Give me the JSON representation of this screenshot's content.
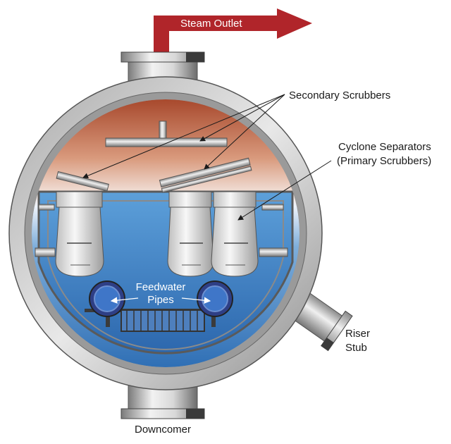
{
  "labels": {
    "steam_outlet": "Steam Outlet",
    "secondary_scrubbers": "Secondary Scrubbers",
    "cyclone_line1": "Cyclone Separators",
    "cyclone_line2": "(Primary Scrubbers)",
    "feedwater_line1": "Feedwater",
    "feedwater_line2": "Pipes",
    "riser_line1": "Riser",
    "riser_line2": "Stub",
    "downcomer": "Downcomer"
  },
  "colors": {
    "arrow": "#b0252a",
    "steel_dark": "#6f6f6f",
    "steel_light": "#e6e6e6",
    "water": "#3f86c6",
    "steam": "#b5613d",
    "pipe_ring": "#2e3f86"
  }
}
